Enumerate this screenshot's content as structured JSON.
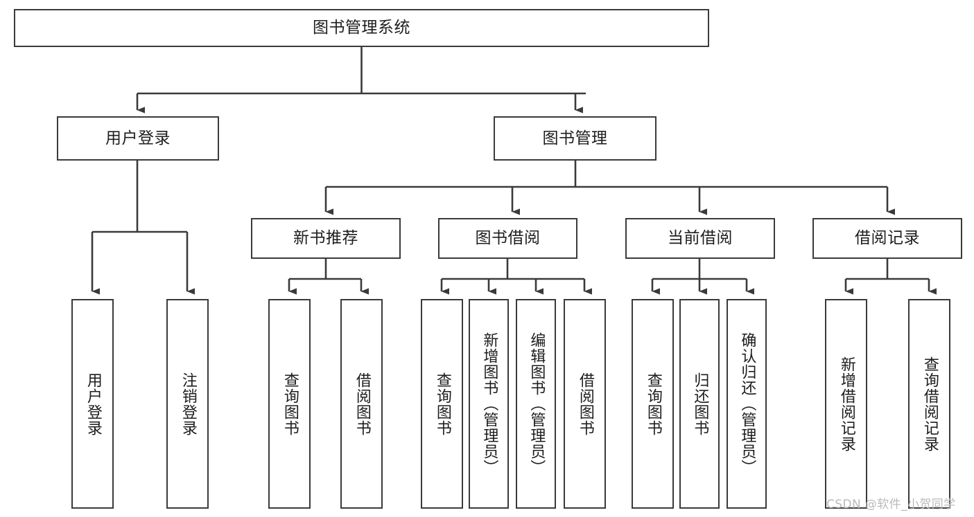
{
  "diagram": {
    "title": "图书管理系统",
    "type": "tree",
    "stroke_color": "#3a3a3a",
    "fill_color": "#ffffff",
    "text_color": "#1d1d1d"
  },
  "root": {
    "label": "图书管理系统"
  },
  "level2": [
    {
      "label": "用户登录"
    },
    {
      "label": "图书管理"
    }
  ],
  "level3": [
    {
      "label": "新书推荐"
    },
    {
      "label": "图书借阅"
    },
    {
      "label": "当前借阅"
    },
    {
      "label": "借阅记录"
    }
  ],
  "leaves": {
    "user_login": [
      {
        "label": "用户登录"
      },
      {
        "label": "注销登录"
      }
    ],
    "new_book": [
      {
        "label": "查询图书"
      },
      {
        "label": "借阅图书"
      }
    ],
    "book_borrow": [
      {
        "label": "查询图书"
      },
      {
        "label": "新增图书（管理员）"
      },
      {
        "label": "编辑图书（管理员）"
      },
      {
        "label": "借阅图书"
      }
    ],
    "current_borrow": [
      {
        "label": "查询图书"
      },
      {
        "label": "归还图书"
      },
      {
        "label": "确认归还（管理员）"
      }
    ],
    "borrow_record": [
      {
        "label": "新增借阅记录"
      },
      {
        "label": "查询借阅记录"
      }
    ]
  },
  "watermark": {
    "text": "CSDN @软件_小贺同学",
    "color": "#b9b9b9"
  }
}
